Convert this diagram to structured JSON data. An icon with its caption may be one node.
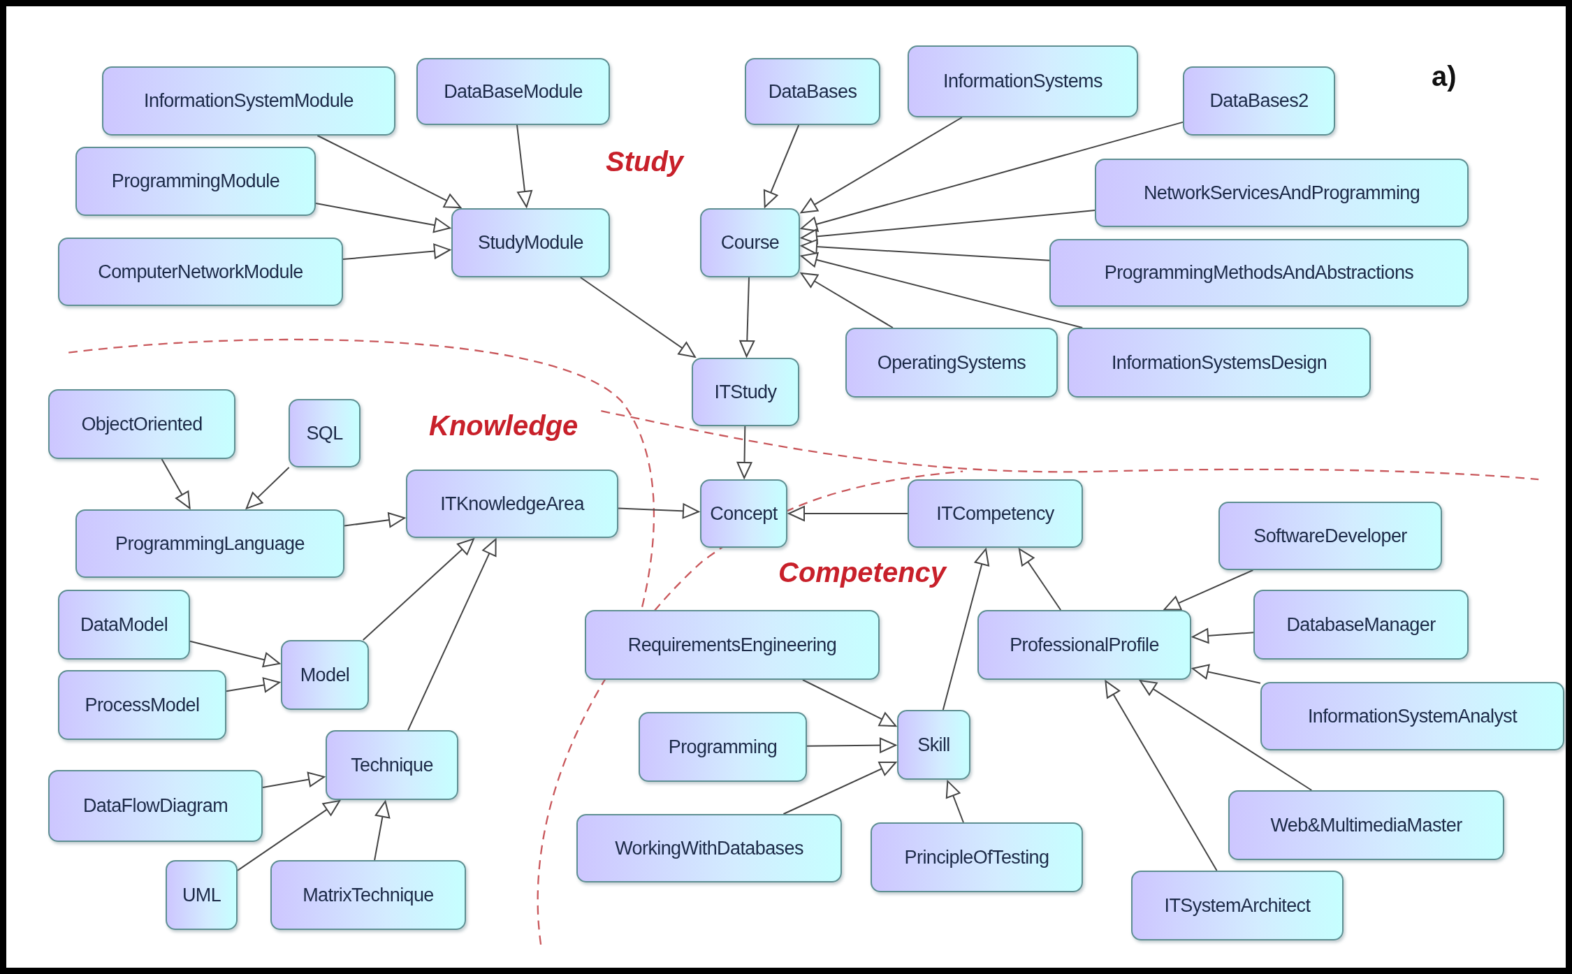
{
  "diagram": {
    "nodes": [
      {
        "text": [
          "InformationSystemModule"
        ]
      },
      {
        "text": [
          "DataBaseModule"
        ]
      },
      {
        "text": [
          "ProgrammingModule"
        ]
      },
      {
        "text": [
          "StudyModule"
        ]
      },
      {
        "text": [
          "ComputerNetworkModule"
        ]
      },
      {
        "text": [
          "DataBases"
        ]
      },
      {
        "text": [
          "InformationSystems"
        ]
      },
      {
        "text": [
          "DataBases2"
        ]
      },
      {
        "text": [
          "Course"
        ]
      },
      {
        "text": [
          "NetworkServicesAndProgramming"
        ]
      },
      {
        "text": [
          "ProgrammingMethodsAndAbstractions"
        ]
      },
      {
        "text": [
          "OperatingSystems"
        ]
      },
      {
        "text": [
          "InformationSystemsDesign"
        ]
      },
      {
        "text": [
          "ITStudy"
        ]
      },
      {
        "text": [
          "ObjectOriented"
        ]
      },
      {
        "text": [
          "SQL"
        ]
      },
      {
        "text": [
          "ITKnowledgeArea"
        ]
      },
      {
        "text": [
          "ProgrammingLanguage"
        ]
      },
      {
        "text": [
          "Concept"
        ]
      },
      {
        "text": [
          "ITCompetency"
        ]
      },
      {
        "text": [
          "SoftwareDeveloper"
        ]
      },
      {
        "text": [
          "DataModel"
        ]
      },
      {
        "text": [
          "Model"
        ]
      },
      {
        "text": [
          "RequirementsEngineering"
        ]
      },
      {
        "text": [
          "ProfessionalProfile"
        ]
      },
      {
        "text": [
          "DatabaseManager"
        ]
      },
      {
        "text": [
          "ProcessModel"
        ]
      },
      {
        "text": [
          "Technique"
        ]
      },
      {
        "text": [
          "Programming"
        ]
      },
      {
        "text": [
          "Skill"
        ]
      },
      {
        "text": [
          "InformationSystemAnalyst"
        ]
      },
      {
        "text": [
          "DataFlowDiagram"
        ]
      },
      {
        "text": [
          "WorkingWithDatabases"
        ]
      },
      {
        "text": [
          "PrincipleOfTesting"
        ]
      },
      {
        "text": [
          "Web&MultimediaMaster"
        ]
      },
      {
        "text": [
          "UML"
        ]
      },
      {
        "text": [
          "MatrixTechnique"
        ]
      },
      {
        "text": [
          "ITSystemArchitect"
        ]
      }
    ],
    "edges": [
      {
        "from": 0,
        "to": 3,
        "arrow": "to"
      },
      {
        "from": 1,
        "to": 3,
        "arrow": "to"
      },
      {
        "from": 2,
        "to": 3,
        "arrow": "to"
      },
      {
        "from": 4,
        "to": 3,
        "arrow": "to"
      },
      {
        "from": 3,
        "to": 13,
        "arrow": "to"
      },
      {
        "from": 5,
        "to": 8,
        "arrow": "to"
      },
      {
        "from": 6,
        "to": 8,
        "arrow": "to"
      },
      {
        "from": 7,
        "to": 8,
        "arrow": "to"
      },
      {
        "from": 9,
        "to": 8,
        "arrow": "to"
      },
      {
        "from": 10,
        "to": 8,
        "arrow": "to"
      },
      {
        "from": 11,
        "to": 8,
        "arrow": "to"
      },
      {
        "from": 12,
        "to": 8,
        "arrow": "to"
      },
      {
        "from": 8,
        "to": 13,
        "arrow": "to"
      },
      {
        "from": 13,
        "to": 18,
        "arrow": "to"
      },
      {
        "from": 14,
        "to": 17,
        "arrow": "to"
      },
      {
        "from": 15,
        "to": 17,
        "arrow": "to"
      },
      {
        "from": 17,
        "to": 16,
        "arrow": "to"
      },
      {
        "from": 16,
        "to": 18,
        "arrow": "to"
      },
      {
        "from": 19,
        "to": 18,
        "arrow": "to"
      },
      {
        "from": 21,
        "to": 22,
        "arrow": "to"
      },
      {
        "from": 26,
        "to": 22,
        "arrow": "to"
      },
      {
        "from": 22,
        "to": 16,
        "arrow": "to"
      },
      {
        "from": 27,
        "to": 16,
        "arrow": "to"
      },
      {
        "from": 31,
        "to": 27,
        "arrow": "to"
      },
      {
        "from": 35,
        "to": 27,
        "arrow": "to"
      },
      {
        "from": 36,
        "to": 27,
        "arrow": "to"
      },
      {
        "from": 20,
        "to": 24,
        "arrow": "to"
      },
      {
        "from": 25,
        "to": 24,
        "arrow": "to"
      },
      {
        "from": 30,
        "to": 24,
        "arrow": "to"
      },
      {
        "from": 34,
        "to": 24,
        "arrow": "to"
      },
      {
        "from": 37,
        "to": 24,
        "arrow": "to"
      },
      {
        "from": 24,
        "to": 19,
        "arrow": "to"
      },
      {
        "from": 29,
        "to": 19,
        "arrow": "to"
      },
      {
        "from": 23,
        "to": 29,
        "arrow": "to"
      },
      {
        "from": 28,
        "to": 29,
        "arrow": "to"
      },
      {
        "from": 32,
        "to": 29,
        "arrow": "to"
      },
      {
        "from": 33,
        "to": 29,
        "arrow": "to"
      }
    ],
    "labels": [
      "a)",
      "Study",
      "Knowledge",
      "Competency"
    ]
  }
}
